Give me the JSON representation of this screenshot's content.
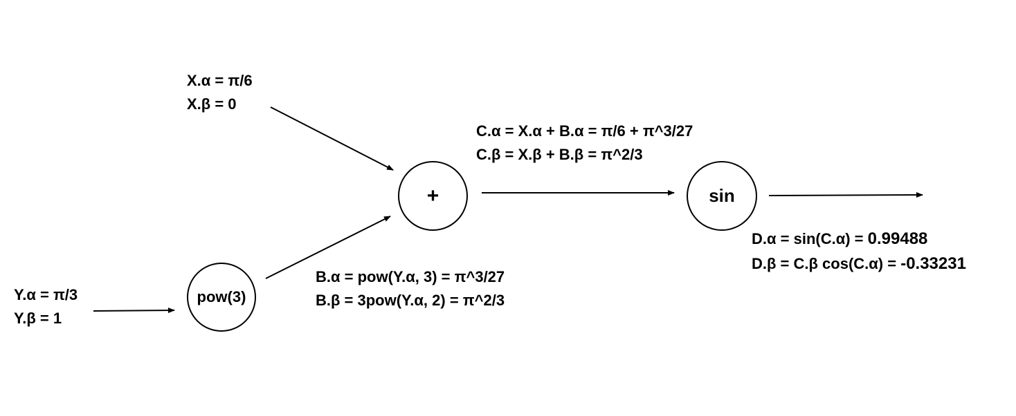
{
  "inputs": {
    "x": {
      "alpha": "X.α = π/6",
      "beta": "X.β = 0"
    },
    "y": {
      "alpha": "Y.α = π/3",
      "beta": "Y.β = 1"
    }
  },
  "nodes": {
    "pow": "pow(3)",
    "plus": "+",
    "sin": "sin"
  },
  "intermediate": {
    "b": {
      "alpha": "B.α = pow(Y.α, 3) =  π^3/27",
      "beta": "B.β = 3pow(Y.α, 2) =  π^2/3"
    },
    "c": {
      "alpha": "C.α = X.α + B.α = π/6 +  π^3/27",
      "beta": "C.β = X.β + B.β = π^2/3"
    }
  },
  "output": {
    "d": {
      "alpha_expr": "D.α = sin(C.α) = ",
      "alpha_value": "0.99488",
      "beta_expr": "D.β = C.β cos(C.α) = ",
      "beta_value": "-0.33231"
    }
  },
  "colors": {
    "stroke": "#000000",
    "background": "#ffffff"
  }
}
